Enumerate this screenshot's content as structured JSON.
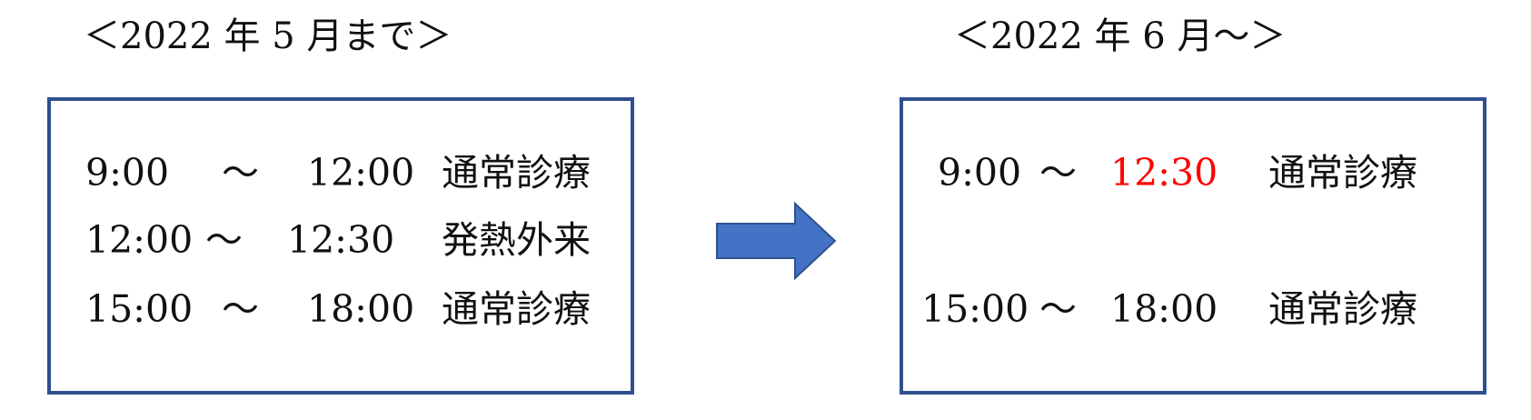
{
  "before": {
    "heading": "＜2022 年 5 月まで＞",
    "rows": [
      {
        "start": "9:00",
        "sep": "～",
        "end": "12:00",
        "label": "通常診療"
      },
      {
        "start": "12:00",
        "sep": "～",
        "end": "12:30",
        "label": "発熱外来"
      },
      {
        "start": "15:00",
        "sep": "～",
        "end": "18:00",
        "label": "通常診療"
      }
    ]
  },
  "after": {
    "heading": "＜2022 年 6 月～＞",
    "rows": [
      {
        "start": "9:00",
        "sep": "～",
        "end": "12:30",
        "label": "通常診療",
        "end_color": "#ff0000"
      },
      {
        "start": "15:00",
        "sep": "～",
        "end": "18:00",
        "label": "通常診療"
      }
    ]
  },
  "colors": {
    "border": "#2f4f8f",
    "arrow": "#4472c4",
    "highlight": "#ff0000"
  },
  "icons": {
    "arrow": "right-arrow-icon"
  }
}
